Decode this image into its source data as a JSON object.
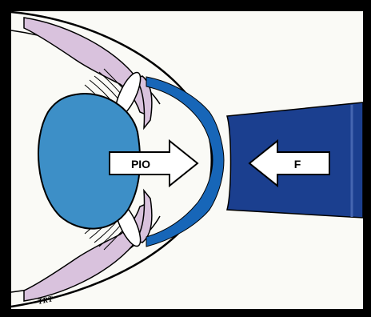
{
  "diagram": {
    "labels": {
      "left_arrow": "PIO",
      "right_arrow": "F",
      "signature": "TRT"
    },
    "colors": {
      "frame": "#000000",
      "background": "#fafaf6",
      "lens": "#3d8fc7",
      "tonometer_tip": "#1766b8",
      "tonometer_body": "#1b3f8f",
      "iris_ciliary": "#d9c2dd",
      "arrow_fill": "#ffffff",
      "outline": "#000000"
    },
    "icons": {
      "left_arrow": "arrow-right-icon",
      "right_arrow": "arrow-left-icon"
    }
  }
}
